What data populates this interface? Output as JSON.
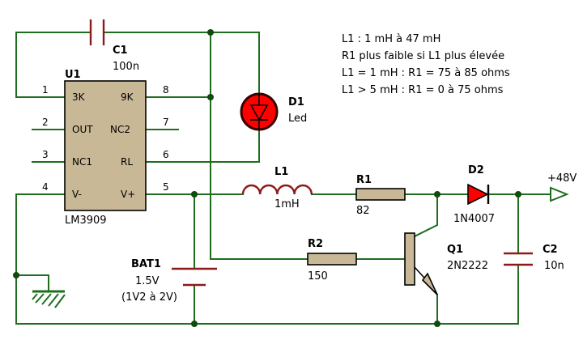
{
  "ic": {
    "ref": "U1",
    "part": "LM3909",
    "pins": [
      {
        "num": "1",
        "name": "3K"
      },
      {
        "num": "2",
        "name": "OUT"
      },
      {
        "num": "3",
        "name": "NC1"
      },
      {
        "num": "4",
        "name": "V-"
      },
      {
        "num": "8",
        "name": "9K"
      },
      {
        "num": "7",
        "name": "NC2"
      },
      {
        "num": "6",
        "name": "RL"
      },
      {
        "num": "5",
        "name": "V+"
      }
    ]
  },
  "c1": {
    "ref": "C1",
    "value": "100n"
  },
  "d1": {
    "ref": "D1",
    "value": "Led"
  },
  "l1": {
    "ref": "L1",
    "value": "1mH"
  },
  "r1": {
    "ref": "R1",
    "value": "82"
  },
  "d2": {
    "ref": "D2",
    "value": "1N4007"
  },
  "r2": {
    "ref": "R2",
    "value": "150"
  },
  "q1": {
    "ref": "Q1",
    "value": "2N2222"
  },
  "c2": {
    "ref": "C2",
    "value": "10n"
  },
  "bat1": {
    "ref": "BAT1",
    "value": "1.5V",
    "range": "(1V2 à 2V)"
  },
  "output": {
    "label": "+48V"
  },
  "notes": [
    "L1 : 1 mH à 47 mH",
    "R1 plus faible si L1 plus élevée",
    "L1 = 1 mH : R1 = 75 à 85 ohms",
    "L1 > 5 mH : R1 = 0 à 75 ohms"
  ]
}
